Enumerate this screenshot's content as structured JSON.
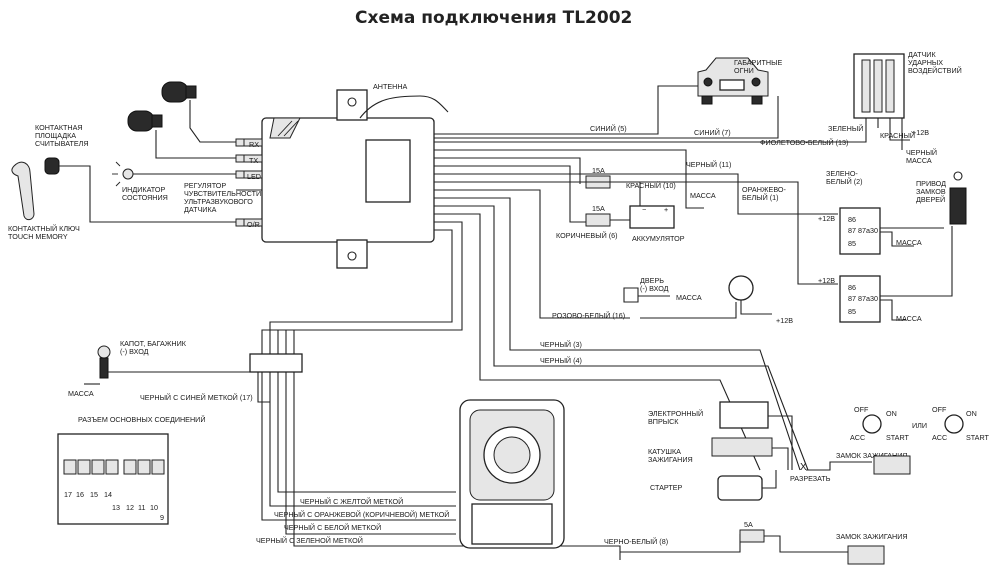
{
  "title": "Схема подключения TL2002",
  "labels": {
    "antenna": "АНТЕННА",
    "rx": "RX",
    "tx": "TX",
    "led": "LED",
    "valet": "O/R",
    "contact_pad_1": "КОНТАКТНАЯ",
    "contact_pad_2": "ПЛОЩАДКА",
    "contact_pad_3": "СЧИТЫВАТЕЛЯ",
    "key_1": "КОНТАКТНЫЙ КЛЮЧ",
    "key_2": "TOUCH MEMORY",
    "indicator_1": "ИНДИКАТОР",
    "indicator_2": "СОСТОЯНИЯ",
    "regulator_1": "РЕГУЛЯТОР",
    "regulator_2": "ЧУВСТВИТЕЛЬНОСТИ",
    "regulator_3": "УЛЬТРАЗВУКОВОГО",
    "regulator_4": "ДАТЧИКА",
    "parking_1": "ГАБАРИТНЫЕ",
    "parking_2": "ОГНИ",
    "shock_1": "ДАТЧИК",
    "shock_2": "УДАРНЫХ",
    "shock_3": "ВОЗДЕЙСТВИЙ",
    "wire_blue5": "СИНИЙ (5)",
    "wire_blue7": "СИНИЙ (7)",
    "wire_violet13": "ФИОЛЕТОВО-БЕЛЫЙ (13)",
    "green": "ЗЕЛЕНЫЙ",
    "red_plus12": "КРАСНЫЙ",
    "plus12": "+12В",
    "black_mass_1": "ЧЕРНЫЙ",
    "black_mass_2": "МАССА",
    "fuse15a_1": "15А",
    "fuse15a_2": "15А",
    "black11": "ЧЕРНЫЙ (11)",
    "red10": "КРАСНЫЙ (10)",
    "mass": "МАССА",
    "brown6": "КОРИЧНЕВЫЙ (6)",
    "battery": "АККУМУЛЯТОР",
    "orange_1": "ОРАНЖЕВО-",
    "orange_2": "БЕЛЫЙ (1)",
    "greenwhite_1": "ЗЕЛЕНО-",
    "greenwhite_2": "БЕЛЫЙ (2)",
    "lock_1": "ПРИВОД",
    "lock_2": "ЗАМКОВ",
    "lock_3": "ДВЕРЕЙ",
    "relay_86": "86",
    "relay_87": "87",
    "relay_87a": "87a",
    "relay_30": "30",
    "relay_85": "85",
    "door_1": "ДВЕРЬ",
    "door_2": "(-) ВХОД",
    "pinkwhite16": "РОЗОВО-БЕЛЫЙ (16)",
    "black3": "ЧЕРНЫЙ (3)",
    "black4": "ЧЕРНЫЙ (4)",
    "hood_1": "КАПОТ, БАГАЖНИК",
    "hood_2": "(-) ВХОД",
    "blue_mark17": "ЧЕРНЫЙ С СИНЕЙ МЕТКОЙ (17)",
    "connector": "РАЗЪЕМ ОСНОВНЫХ СОЕДИНЕНИЙ",
    "yellow_mark": "ЧЕРНЫЙ С ЖЕЛТОЙ МЕТКОЙ",
    "orange_mark": "ЧЕРНЫЙ С ОРАНЖЕВОЙ (КОРИЧНЕВОЙ) МЕТКОЙ",
    "white_mark": "ЧЕРНЫЙ С БЕЛОЙ МЕТКОЙ",
    "green_mark": "ЧЕРНЫЙ С ЗЕЛЕНОЙ МЕТКОЙ",
    "injection_1": "ЭЛЕКТРОННЫЙ",
    "injection_2": "ВПРЫСК",
    "coil_1": "КАТУШКА",
    "coil_2": "ЗАЖИГАНИЯ",
    "starter": "СТАРТЕР",
    "cut": "РАЗРЕЗАТЬ",
    "blackwhite8": "ЧЕРНО-БЕЛЫЙ (8)",
    "fuse5a": "5А",
    "ign_lock_1": "ЗАМОК ЗАЖИГАНИЯ",
    "ign_lock_2": "ЗАМОК ЗАЖИГАНИЯ",
    "off1": "OFF",
    "on1": "ON",
    "acc1": "ACC",
    "start1": "START",
    "or": "ИЛИ",
    "off2": "OFF",
    "on2": "ON",
    "acc2": "ACC",
    "start2": "START",
    "x_mark": "X"
  },
  "connector_pins": {
    "row1": [
      "17",
      "16",
      "15",
      "14"
    ],
    "row1b": [
      "13"
    ],
    "row2": [
      "12",
      "11",
      "10",
      "9"
    ]
  }
}
